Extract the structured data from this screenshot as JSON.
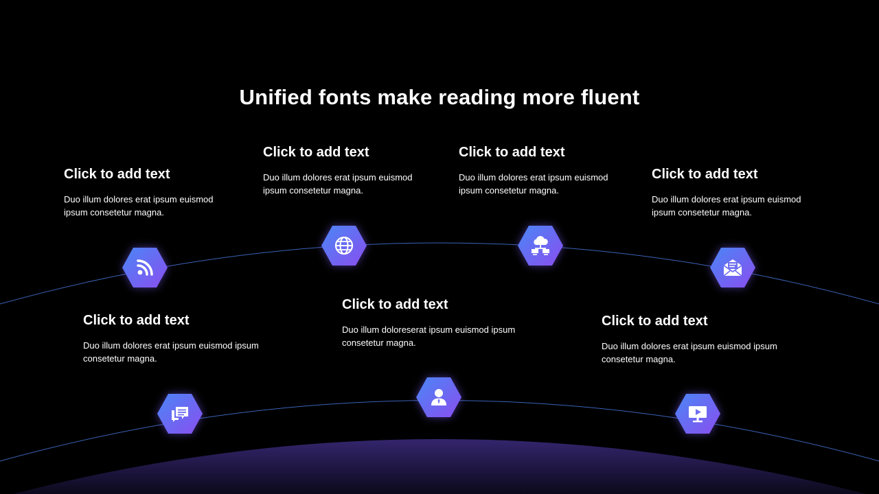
{
  "title": "Unified fonts make reading more fluent",
  "colors": {
    "background": "#000000",
    "hex_gradient_start": "#4a86f5",
    "hex_gradient_end": "#8a4ef0",
    "arc_line": "#3b63b8",
    "glow_bottom": "#3a2a78"
  },
  "items": [
    {
      "heading": "Click to add text",
      "body": "Duo illum dolores erat ipsum euismod ipsum consetetur magna.",
      "icon": "rss-icon"
    },
    {
      "heading": "Click to add text",
      "body": "Duo illum dolores erat ipsum euismod ipsum consetetur magna.",
      "icon": "globe-icon"
    },
    {
      "heading": "Click to add text",
      "body": "Duo illum dolores erat ipsum euismod ipsum consetetur magna.",
      "icon": "cloud-network-icon"
    },
    {
      "heading": "Click to add text",
      "body": "Duo illum dolores erat ipsum euismod ipsum consetetur magna.",
      "icon": "mail-open-icon"
    },
    {
      "heading": "Click to add text",
      "body": "Duo illum dolores erat ipsum euismod ipsum consetetur magna.",
      "icon": "chat-list-icon"
    },
    {
      "heading": "Click to add text",
      "body": "Duo illum doloreserat ipsum euismod ipsum consetetur magna.",
      "icon": "user-icon"
    },
    {
      "heading": "Click to add text",
      "body": "Duo illum dolores erat ipsum euismod ipsum consetetur magna.",
      "icon": "video-monitor-icon"
    }
  ]
}
